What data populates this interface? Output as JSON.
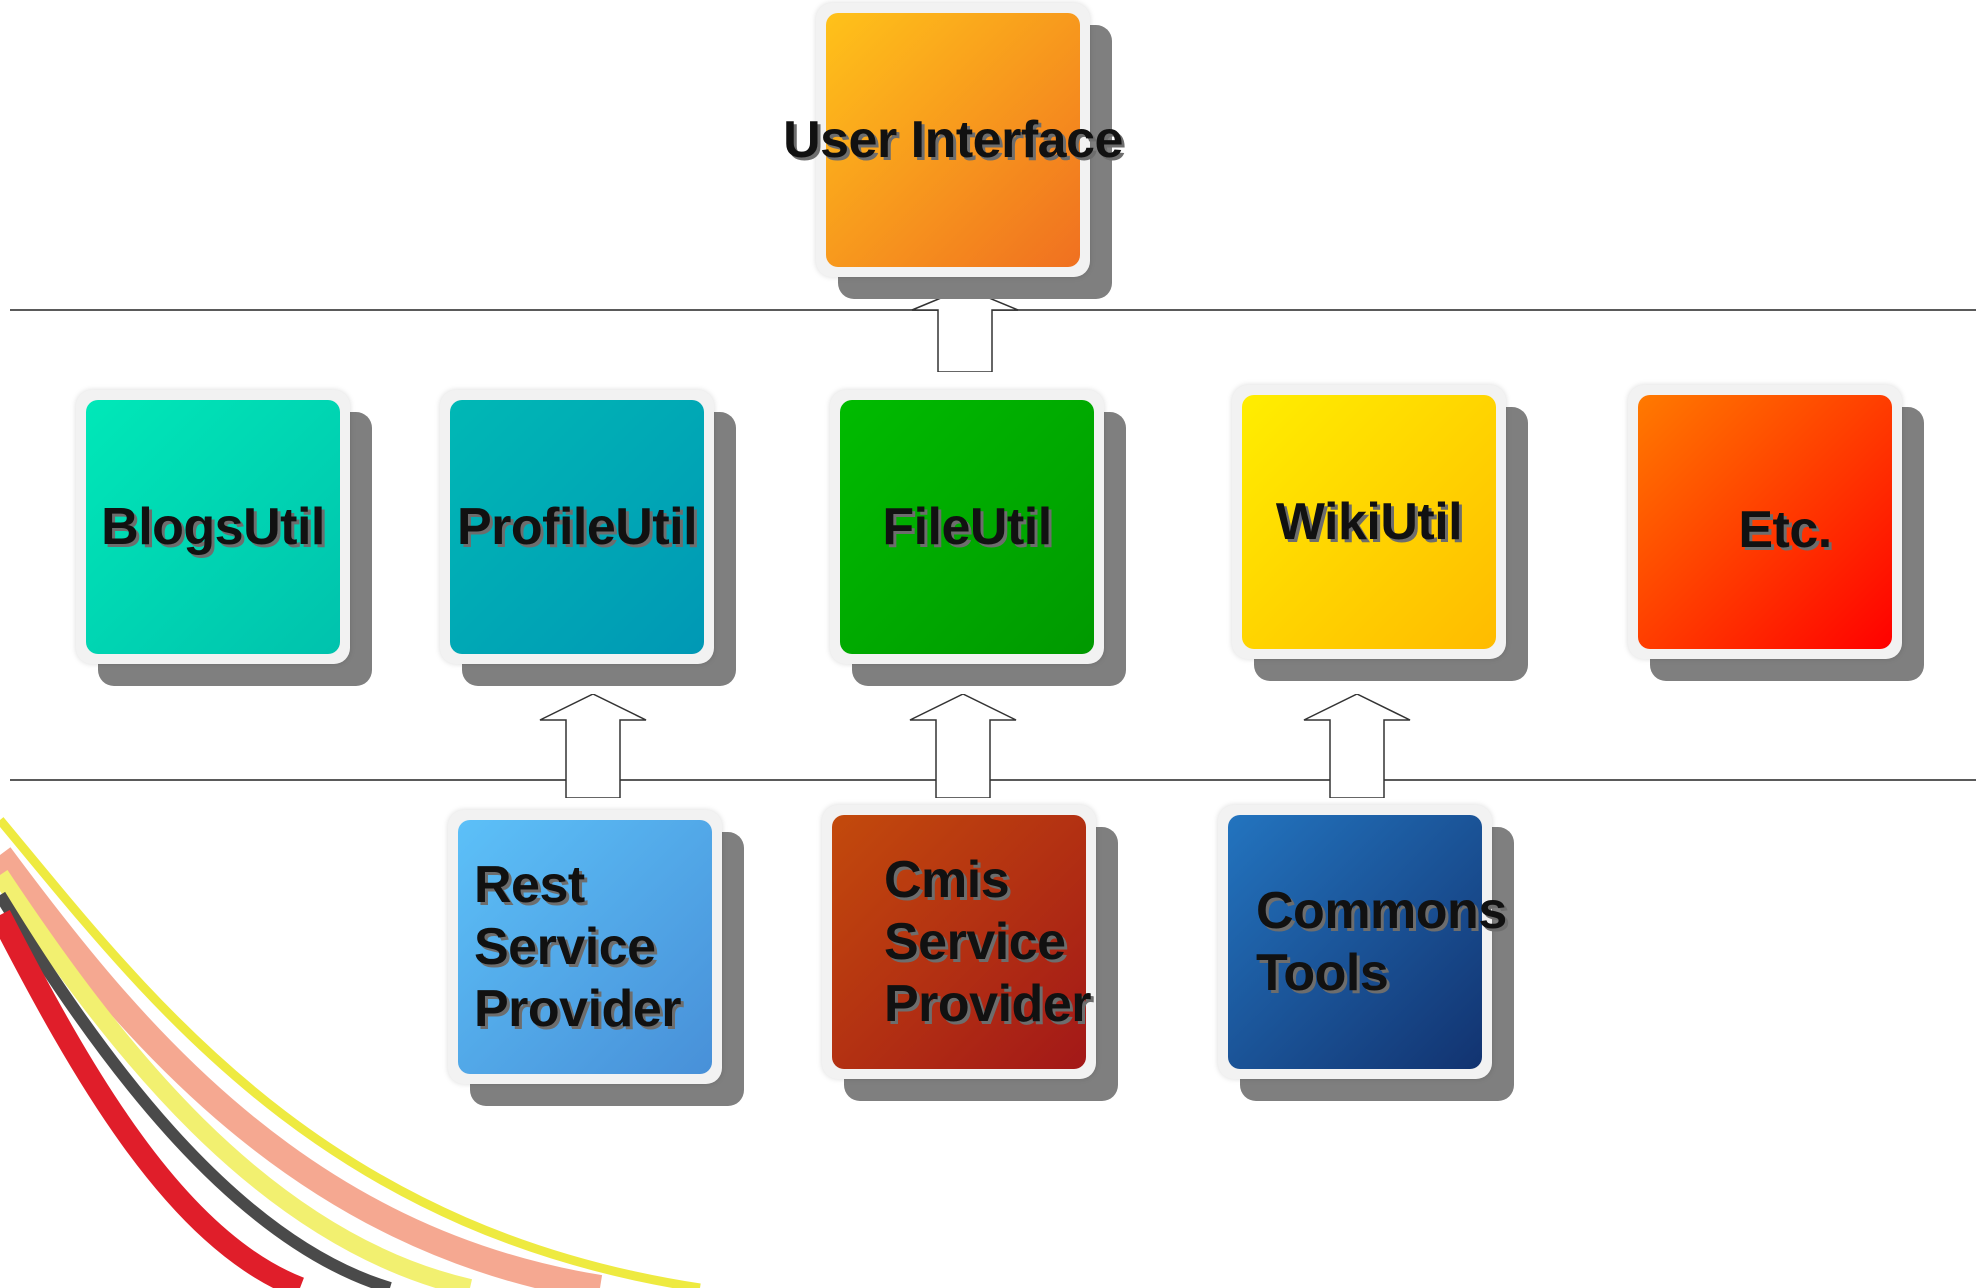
{
  "diagram": {
    "nodes": {
      "ui": {
        "label": "User Interface",
        "colors": [
          "#ffc21a",
          "#f07020"
        ]
      },
      "blogs": {
        "label": "BlogsUtil",
        "colors": [
          "#00e8b8",
          "#00c2ad"
        ]
      },
      "profile": {
        "label": "ProfileUtil",
        "colors": [
          "#00b8b5",
          "#0098b5"
        ]
      },
      "file": {
        "label": "FileUtil",
        "colors": [
          "#00bb00",
          "#009900"
        ]
      },
      "wiki": {
        "label": "WikiUtil",
        "colors": [
          "#ffee00",
          "#ffbb00"
        ]
      },
      "etc": {
        "label": "Etc.",
        "colors": [
          "#ff7a00",
          "#ff0000"
        ]
      },
      "rest": {
        "label": "Rest\nService\nProvider",
        "colors": [
          "#5cc0f8",
          "#4890d8"
        ]
      },
      "cmis": {
        "label": "Cmis\nService\nProvider",
        "colors": [
          "#c34a0c",
          "#a31818"
        ]
      },
      "commons": {
        "label": "Commons\nTools",
        "colors": [
          "#2374bf",
          "#123370"
        ]
      }
    },
    "edges": [
      {
        "from": "file",
        "to": "ui"
      },
      {
        "from": "rest",
        "to": "profile"
      },
      {
        "from": "cmis",
        "to": "file"
      },
      {
        "from": "commons",
        "to": "wiki"
      }
    ],
    "decoration_colors": [
      "#e01e2a",
      "#f2f070",
      "#4a4a4a",
      "#f5a891",
      "#eeea40"
    ]
  }
}
